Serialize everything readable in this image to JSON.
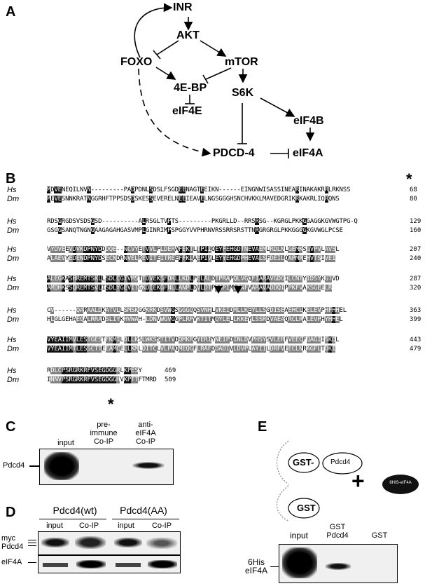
{
  "panelA": {
    "label": "A",
    "nodes": {
      "inr": "INR",
      "akt": "AKT",
      "foxo": "FOXO",
      "mtor": "mTOR",
      "fourebp": "4E-BP",
      "s6k": "S6K",
      "eif4e": "eIF4E",
      "eif4b": "eIF4B",
      "pdcd4": "PDCD-4",
      "eif4a": "eIF4A"
    }
  },
  "panelB": {
    "label": "B",
    "species_hs": "Hs",
    "species_dm": "Dm",
    "rows": [
      {
        "hs": "MDVENEQILNVN---------PADPDNLSDSLFSGDEENAGTEEIKN------EINGNWISASSINEARINAKAKRRLRKNSS",
        "dm": "MEVESNNKRATNGGRHFTPPSDSDSKESSEVERELNEEIEAVELNGSGGGHSNCHVKKLMAVEDGRIKRKAKRLIQRQNS",
        "hs_end": "68",
        "dm_end": "80"
      },
      {
        "hs": "RDSGRGDSVSDSGSD----------ALRSGLTVPTS---------PKGRLLD--RRSRSG--KGRGLPKKGGAGGKGVWGTPG-Q",
        "dm": "GSGGSANQTNGNGAAGAGAHGASVMPLGINRIMPSPGGYVVPHRNVRSSRRSRSTTNRGRGRGLPKKGGGGKGVWGLPCSE",
        "hs_end": "129",
        "dm_end": "160"
      },
      {
        "hs": "VYDVEEVDVKDPNYDDDQE--NCVYETVVLPLDERAFEKTLTPIIQEYFEHGDTNEVAEMLRDLNLGEMKSGVPVLAVSL",
        "dm": "ALAEVYEDENDPNYDSECNDRNVELREVITEITREEFFKLAEPIVLEYYEHGDPHEVALSFDEILQAPMREHVTSIVEI",
        "hs_end": "207",
        "dm_end": "240"
      },
      {
        "hs": "ALEGKASHREMTSKLLSDLCGTVMSTTDVEKSFDKLLKDLPELALDTPRAPQLVGQFIARAVGDGILCNTYIDSYKGTVD",
        "dm": "AMDHKSSQREMTSVLISDLYGEVITGKDIEKGFNLLANPLDVLDTPIAPIMLGNFVARAVADDQIPPKFVAKSGEELR",
        "hs_end": "287",
        "dm_end": "320"
      },
      {
        "hs": "CV------QARAALDKATVLLSMSKGGKRKDSVWGSGGGQQSVNHLVKEIDMLLKEYLLSGDISEAEHCLKELEVPHFHHEL",
        "dm": "HLGLGEHAEQALRRADSLIYKHVWAH-LDNVWGVGGPLRPVKTITMQYLELLKKEYLSSRDVAEAQRCLRALEVPHYHHEL",
        "hs_end": "363",
        "dm_end": "399"
      },
      {
        "hs": "VYEAIIMVLESTGESTFKMILDLLKSLWKSSTITVDQMKRGYERIYNEIPDINLDVPHSYSVLERFVEECFQAGIISKQL",
        "dm": "VYEAIIMTLESSCTTEEAMCELLKMLDITCLVLPAQMEQGFLRAFDDADIVLDVPLAYIILDRFVEECLNRAGFLTDKI",
        "hs_end": "443",
        "dm_end": "479"
      },
      {
        "hs": "RDLCPSRGRKRFVSEGDGGRLKPESY",
        "dm": "INNVPSRGRKRFVSEGDGGHVKPTTFTMRD",
        "hs_end": "469",
        "dm_end": "509"
      }
    ],
    "asterisk1": "*",
    "asterisk2": "*"
  },
  "panelC": {
    "label": "C",
    "lanes": [
      "input",
      "pre-\nimmune\nCo-IP",
      "anti-\neIF4A\nCo-IP"
    ],
    "lane_input": "input",
    "lane_pre1": "pre-",
    "lane_pre2": "immune",
    "lane_pre3": "Co-IP",
    "lane_anti1": "anti-",
    "lane_anti2": "eIF4A",
    "lane_anti3": "Co-IP",
    "band_label": "Pdcd4"
  },
  "panelD": {
    "label": "D",
    "group1": "Pdcd4(wt)",
    "group2": "Pdcd4(AA)",
    "lane_input": "input",
    "lane_coip": "Co-IP",
    "row1_label1": "myc",
    "row1_label2": "Pdcd4",
    "row2_label": "eIF4A"
  },
  "panelE": {
    "label": "E",
    "gst_pdcd4_gst": "GST-",
    "gst_pdcd4_pdcd4": "Pdcd4",
    "gst": "GST",
    "plus": "+",
    "his_eif4a": "6HIS-eIF4A",
    "lane_input": "input",
    "lane_gst_pdcd4_1": "GST",
    "lane_gst_pdcd4_2": "Pdcd4",
    "lane_gst": "GST",
    "band_label1": "6His",
    "band_label2": "eIF4A"
  }
}
